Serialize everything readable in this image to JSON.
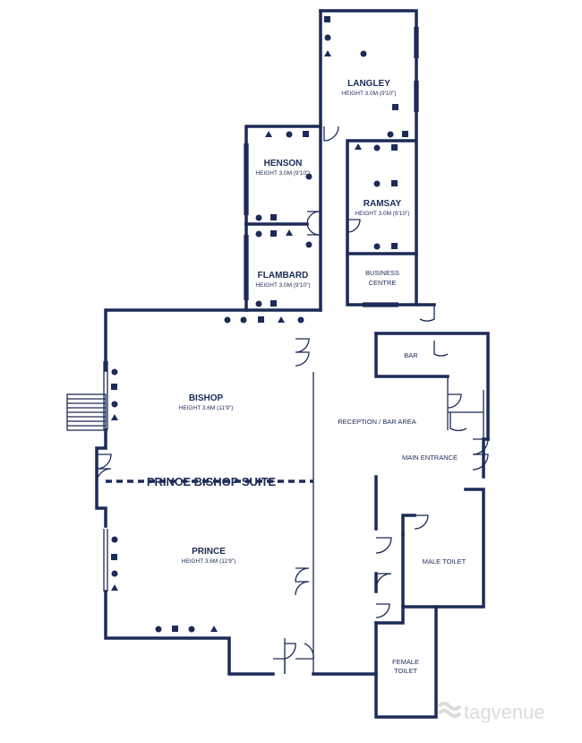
{
  "rooms": {
    "langley": {
      "name": "LANGLEY",
      "height": "HEIGHT 3.0M (9'10\")"
    },
    "henson": {
      "name": "HENSON",
      "height": "HEIGHT 3.0M (9'10\")"
    },
    "ramsay": {
      "name": "RAMSAY",
      "height": "HEIGHT 3.0M (9'10\")"
    },
    "flambard": {
      "name": "FLAMBARD",
      "height": "HEIGHT 3.0M (9'10\")"
    },
    "business": {
      "line1": "BUSINESS",
      "line2": "CENTRE"
    },
    "bar": {
      "name": "BAR"
    },
    "bishop": {
      "name": "BISHOP",
      "height": "HEIGHT 3.6M (11'9\")"
    },
    "prince": {
      "name": "PRINCE",
      "height": "HEIGHT 3.6M (11'9\")"
    },
    "reception": {
      "name": "RECEPTION / BAR AREA"
    },
    "main_entrance": {
      "name": "MAIN ENTRANCE"
    },
    "male_toilet": {
      "name": "MALE TOILET"
    },
    "female_toilet": {
      "line1": "FEMALE",
      "line2": "TOILET"
    }
  },
  "suite_label": "PRINCE BISHOP SUITE",
  "watermark": "tagvenue",
  "legend_icons": [
    "square-icon",
    "circle-icon",
    "triangle-icon"
  ],
  "colors": {
    "walls": "#1c2b57",
    "watermark": "#d8d8d8"
  }
}
